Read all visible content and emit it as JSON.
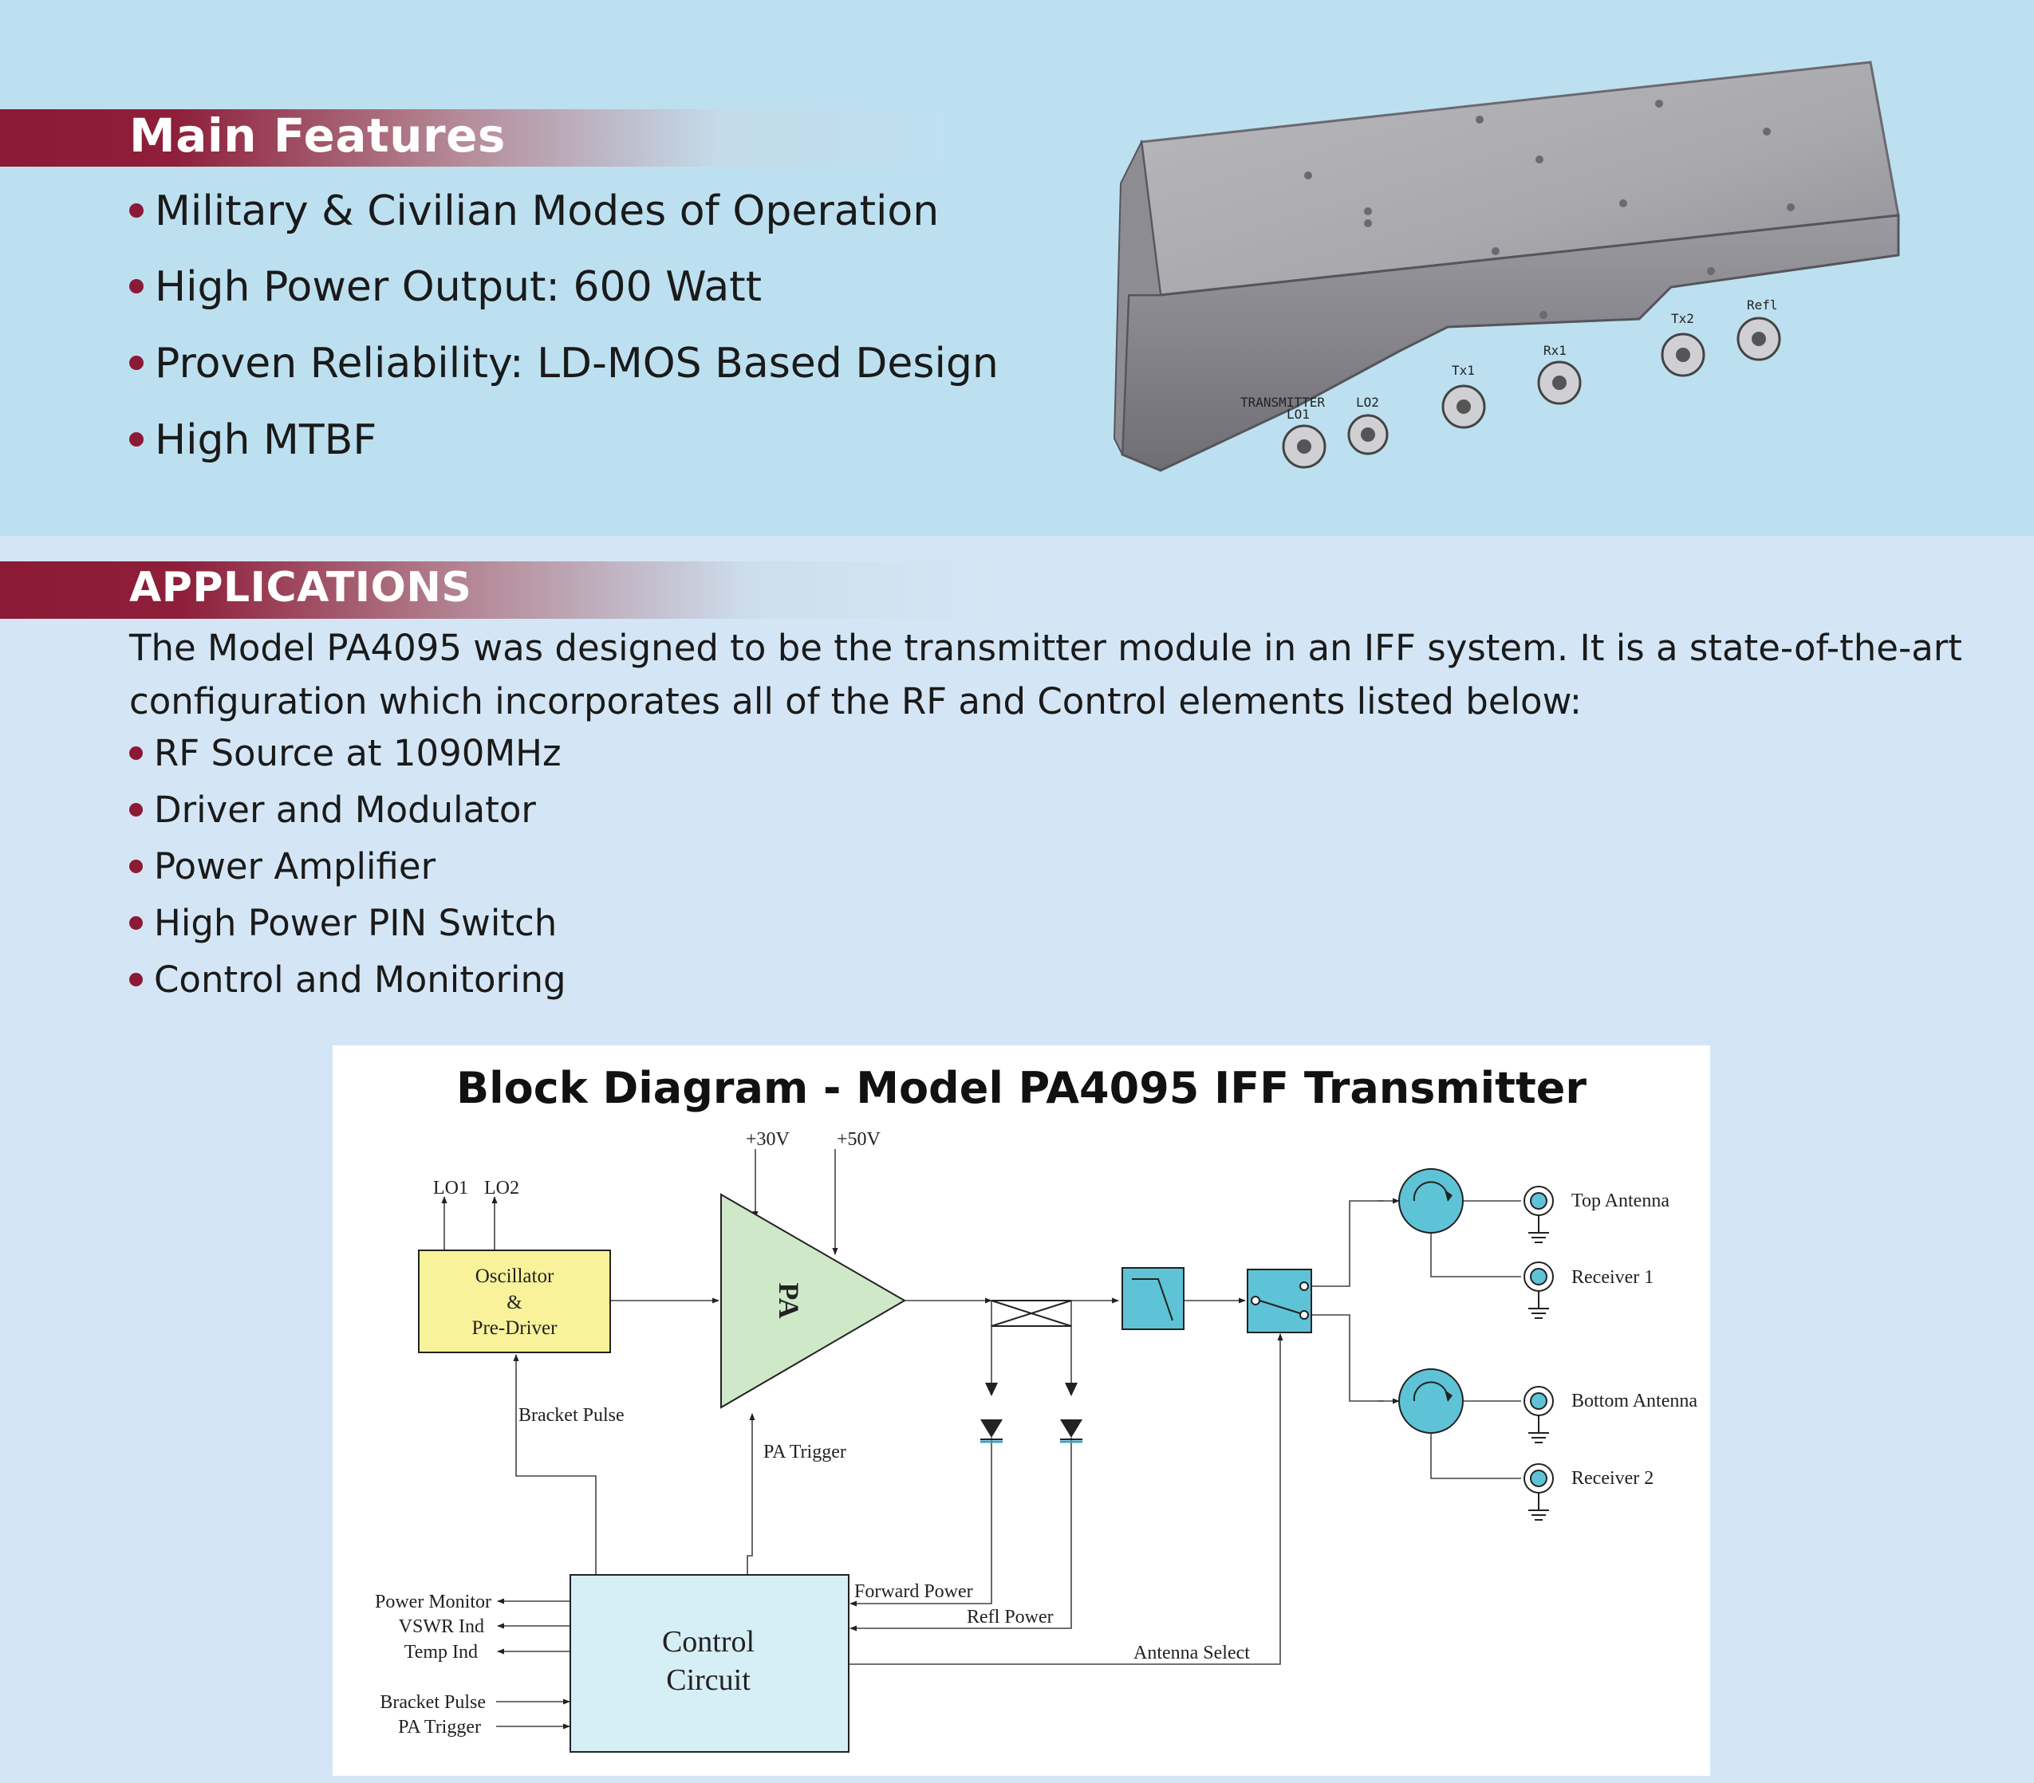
{
  "main_features": {
    "heading": "Main Features",
    "items": [
      "Military & Civilian Modes of Operation",
      "High Power Output: 600 Watt",
      "Proven Reliability: LD-MOS Based Design",
      "High MTBF"
    ]
  },
  "product_photo": {
    "labels": [
      "TRANSMITTER",
      "LO1",
      "LO2",
      "Tx1",
      "Rx1",
      "Tx2",
      "Refl"
    ]
  },
  "applications": {
    "heading": "APPLICATIONS",
    "line1": "The Model PA4095 was designed to be the transmitter module in an IFF system. It is a state-of-the-art",
    "line2": "configuration which incorporates all of the RF and Control elements listed below:",
    "items": [
      "RF Source at 1090MHz",
      "Driver and Modulator",
      "Power Amplifier",
      "High Power PIN Switch",
      "Control and Monitoring"
    ]
  },
  "diagram": {
    "title": "Block Diagram - Model PA4095 IFF Transmitter",
    "plus30": "+30V",
    "plus50": "+50V",
    "lo1": "LO1",
    "lo2": "LO2",
    "osc_line1": "Oscillator",
    "osc_line2": "&",
    "osc_line3": "Pre-Driver",
    "pa": "PA",
    "bracket_pulse": "Bracket Pulse",
    "pa_trigger": "PA Trigger",
    "forward_power": "Forward Power",
    "refl_power": "Refl Power",
    "antenna_select": "Antenna Select",
    "control_line1": "Control",
    "control_line2": "Circuit",
    "power_monitor": "Power Monitor",
    "vswr_ind": "VSWR Ind",
    "temp_ind": "Temp Ind",
    "bracket_pulse_in": "Bracket Pulse",
    "pa_trigger_in": "PA Trigger",
    "top_antenna": "Top Antenna",
    "receiver1": "Receiver  1",
    "bottom_antenna": "Bottom Antenna",
    "receiver2": "Receiver  2",
    "colors": {
      "oscillator_fill": "#f8f39a",
      "pa_fill": "#cfe8c8",
      "component_fill": "#5ec3d6",
      "control_fill": "#d6eef5"
    }
  }
}
